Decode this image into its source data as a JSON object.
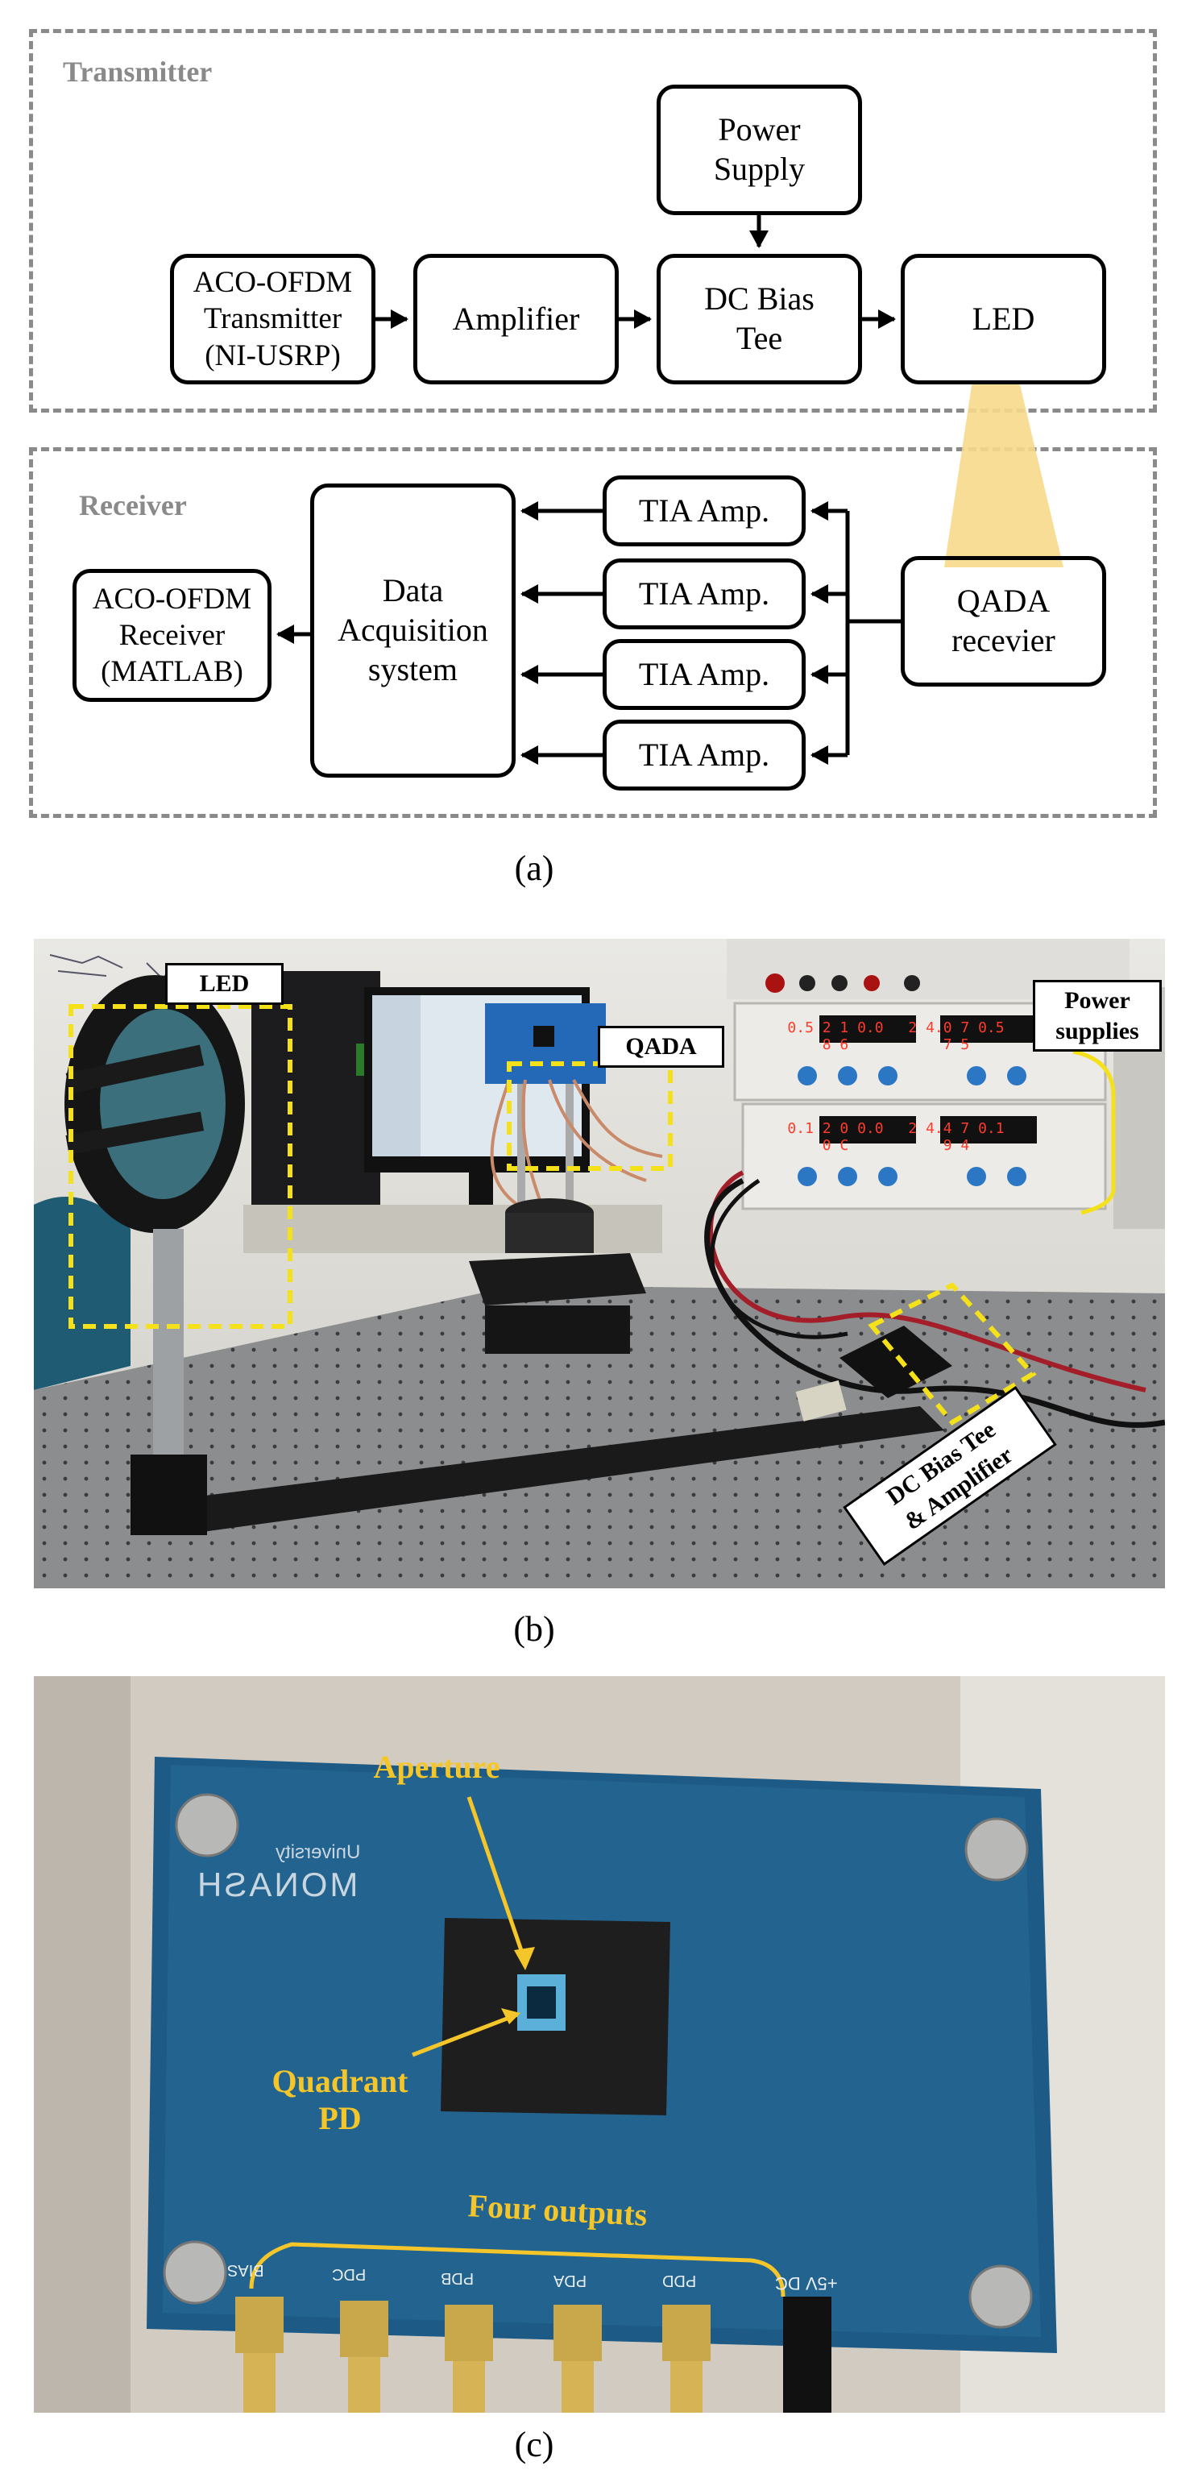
{
  "diagram": {
    "transmitter_label": "Transmitter",
    "receiver_label": "Receiver",
    "power_supply": "Power\nSupply",
    "aco_tx": "ACO-OFDM\nTransmitter\n(NI-USRP)",
    "amplifier": "Amplifier",
    "dc_bias_tee": "DC Bias\nTee",
    "led": "LED",
    "qada_receiver": "QADA\nrecevier",
    "tia": [
      "TIA Amp.",
      "TIA Amp.",
      "TIA Amp.",
      "TIA Amp."
    ],
    "daq": "Data\nAcquisition\nsystem",
    "aco_rx": "ACO-OFDM\nReceiver\n(MATLAB)",
    "caption": "(a)"
  },
  "photo_b": {
    "led_tag": "LED",
    "qada_tag": "QADA",
    "power_tag": "Power\nsupplies",
    "dcbias_tag": "DC Bias Tee\n& Amplifier",
    "display_top_left": "0.5 2 1  0.0 8 6",
    "display_top_right": "2 4.0 7  0.5 7 5",
    "display_bottom_left": "0.1 2 0  0.0 0 C",
    "display_bottom_right": "2 4.4 7  0.1 9 4",
    "caption": "(b)"
  },
  "photo_c": {
    "aperture_label": "Aperture",
    "quadrant_label": "Quadrant\nPD",
    "outputs_label": "Four outputs",
    "brand_text": "MONASH",
    "brand_sub": "University",
    "pin_labels": [
      "BIAS",
      "PDC",
      "PDB",
      "PDA",
      "PDD"
    ],
    "dc_label": "+5V DC",
    "caption": "(c)"
  },
  "colors": {
    "dash_gray": "#8a8a8a",
    "highlight_yellow": "#f5e11a",
    "label_yellow": "#f5c629",
    "led_beam": "#f6d98a",
    "pcb_blue": "#1d5a86"
  }
}
